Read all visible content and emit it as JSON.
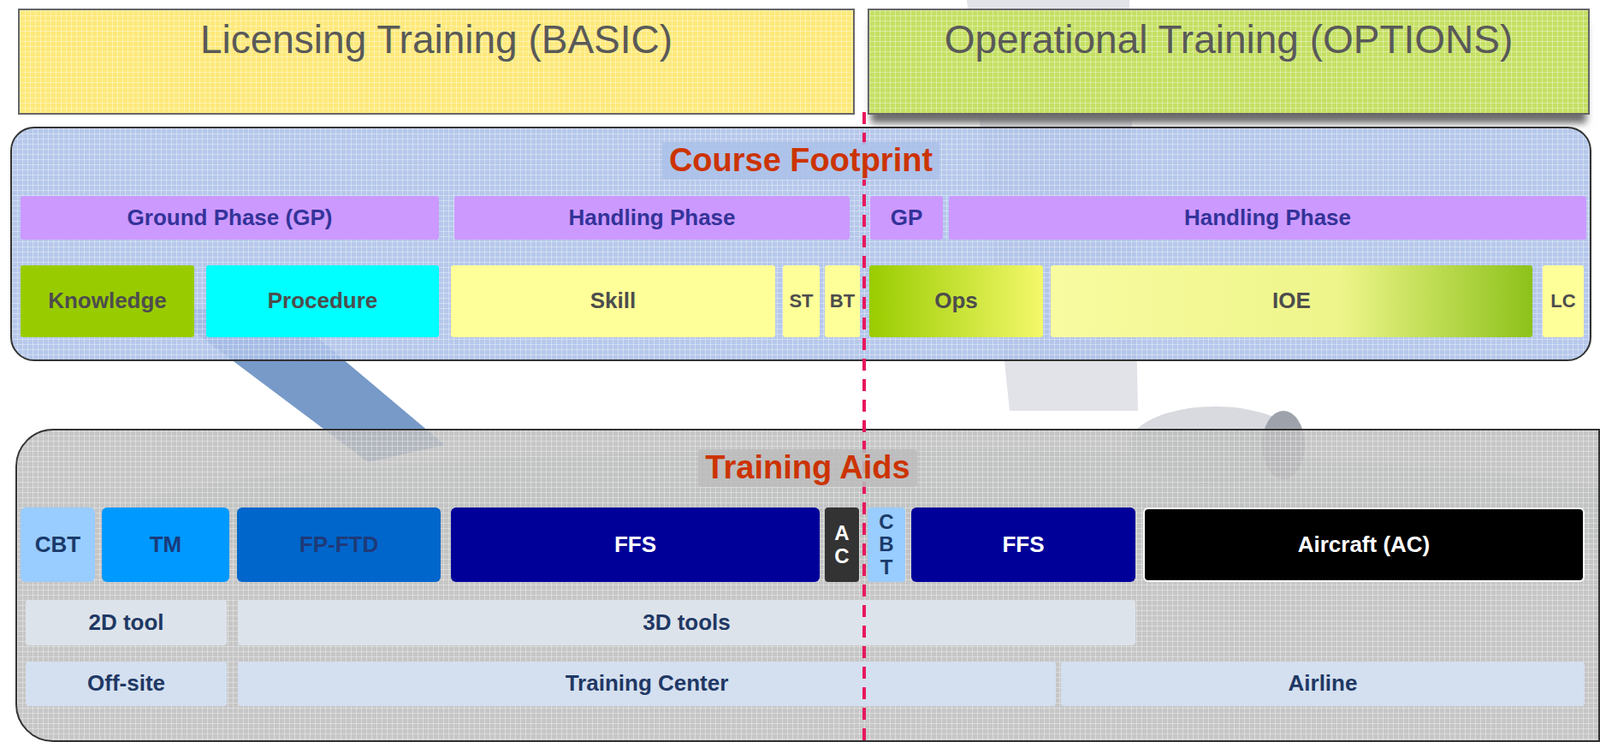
{
  "diagram": {
    "nodes": [
      {
        "text": [
          "Licensing Training (BASIC)"
        ]
      },
      {
        "text": [
          "Operational Training (OPTIONS)"
        ]
      },
      {
        "text": [
          "Course Footprint"
        ]
      },
      {
        "text": [
          "Ground Phase (GP)"
        ],
        "in": 2
      },
      {
        "text": [
          "Handling Phase"
        ],
        "in": 2
      },
      {
        "text": [
          "GP"
        ],
        "in": 2
      },
      {
        "text": [
          "Handling Phase"
        ],
        "in": 2
      },
      {
        "text": [
          "Knowledge"
        ],
        "in": 2
      },
      {
        "text": [
          "Procedure"
        ],
        "in": 2
      },
      {
        "text": [
          "Skill"
        ],
        "in": 2
      },
      {
        "text": [
          "ST"
        ],
        "in": 2
      },
      {
        "text": [
          "BT"
        ],
        "in": 2
      },
      {
        "text": [
          "Ops"
        ],
        "in": 2
      },
      {
        "text": [
          "IOE"
        ],
        "in": 2
      },
      {
        "text": [
          "LC"
        ],
        "in": 2
      },
      {
        "text": [
          "Training Aids"
        ]
      },
      {
        "text": [
          "CBT"
        ],
        "in": 15
      },
      {
        "text": [
          "TM"
        ],
        "in": 15
      },
      {
        "text": [
          "FP-FTD"
        ],
        "in": 15
      },
      {
        "text": [
          "FFS"
        ],
        "in": 15
      },
      {
        "text": [
          "AC"
        ],
        "in": 15
      },
      {
        "text": [
          "CBT"
        ],
        "in": 15
      },
      {
        "text": [
          "FFS"
        ],
        "in": 15
      },
      {
        "text": [
          "Aircraft (AC)"
        ],
        "in": 15
      },
      {
        "text": [
          "2D tool"
        ],
        "in": 15
      },
      {
        "text": [
          "3D tools"
        ],
        "in": 15
      },
      {
        "text": [
          "Off-site"
        ],
        "in": 15
      },
      {
        "text": [
          "Training Center"
        ],
        "in": 15
      },
      {
        "text": [
          "Airline"
        ],
        "in": 15
      }
    ]
  }
}
